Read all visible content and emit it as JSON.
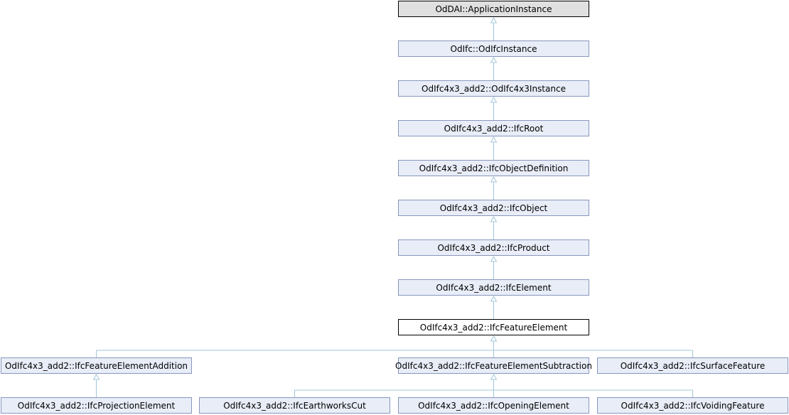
{
  "diagram": {
    "nodes": [
      {
        "id": "n0",
        "label": "OdDAI::ApplicationInstance",
        "style": "root"
      },
      {
        "id": "n1",
        "label": "OdIfc::OdIfcInstance",
        "style": "class"
      },
      {
        "id": "n2",
        "label": "OdIfc4x3_add2::OdIfc4x3Instance",
        "style": "class"
      },
      {
        "id": "n3",
        "label": "OdIfc4x3_add2::IfcRoot",
        "style": "class"
      },
      {
        "id": "n4",
        "label": "OdIfc4x3_add2::IfcObjectDefinition",
        "style": "class"
      },
      {
        "id": "n5",
        "label": "OdIfc4x3_add2::IfcObject",
        "style": "class"
      },
      {
        "id": "n6",
        "label": "OdIfc4x3_add2::IfcProduct",
        "style": "class"
      },
      {
        "id": "n7",
        "label": "OdIfc4x3_add2::IfcElement",
        "style": "class"
      },
      {
        "id": "n8",
        "label": "OdIfc4x3_add2::IfcFeatureElement",
        "style": "current"
      },
      {
        "id": "n9",
        "label": "OdIfc4x3_add2::IfcFeatureElementAddition",
        "style": "class"
      },
      {
        "id": "n10",
        "label": "OdIfc4x3_add2::IfcFeatureElementSubtraction",
        "style": "class"
      },
      {
        "id": "n11",
        "label": "OdIfc4x3_add2::IfcSurfaceFeature",
        "style": "class"
      },
      {
        "id": "n12",
        "label": "OdIfc4x3_add2::IfcProjectionElement",
        "style": "class"
      },
      {
        "id": "n13",
        "label": "OdIfc4x3_add2::IfcEarthworksCut",
        "style": "class"
      },
      {
        "id": "n14",
        "label": "OdIfc4x3_add2::IfcOpeningElement",
        "style": "class"
      },
      {
        "id": "n15",
        "label": "OdIfc4x3_add2::IfcVoidingFeature",
        "style": "class"
      }
    ],
    "edges": [
      {
        "from": "n1",
        "to": "n0"
      },
      {
        "from": "n2",
        "to": "n1"
      },
      {
        "from": "n3",
        "to": "n2"
      },
      {
        "from": "n4",
        "to": "n3"
      },
      {
        "from": "n5",
        "to": "n4"
      },
      {
        "from": "n6",
        "to": "n5"
      },
      {
        "from": "n7",
        "to": "n6"
      },
      {
        "from": "n8",
        "to": "n7"
      },
      {
        "from": "n9",
        "to": "n8"
      },
      {
        "from": "n10",
        "to": "n8"
      },
      {
        "from": "n11",
        "to": "n8"
      },
      {
        "from": "n12",
        "to": "n9"
      },
      {
        "from": "n13",
        "to": "n10"
      },
      {
        "from": "n14",
        "to": "n10"
      },
      {
        "from": "n15",
        "to": "n10"
      }
    ],
    "colors": {
      "class_fill": "#e8edf7",
      "class_stroke": "#8797bd",
      "root_fill": "#e0e0e0",
      "root_stroke": "#000000",
      "current_fill": "#ffffff",
      "current_stroke": "#000000",
      "edge": "#a3c7d9"
    }
  }
}
